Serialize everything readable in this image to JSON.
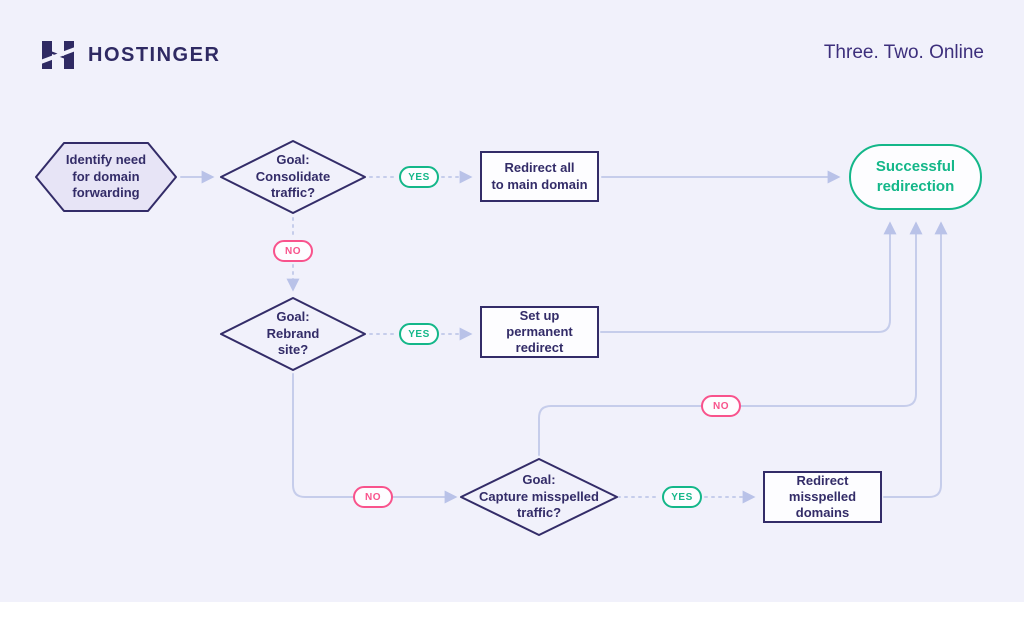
{
  "header": {
    "brand": "HOSTINGER",
    "tagline": "Three. Two. Online"
  },
  "flowchart": {
    "start": {
      "label": "Identify need\nfor domain\nforwarding"
    },
    "decision_consolidate": {
      "label": "Goal:\nConsolidate\ntraffic?"
    },
    "decision_rebrand": {
      "label": "Goal:\nRebrand\nsite?"
    },
    "decision_misspelled": {
      "label": "Goal:\nCapture misspelled\ntraffic?"
    },
    "action_redirect_main": {
      "label": "Redirect all\nto main domain"
    },
    "action_permanent_redirect": {
      "label": "Set up\npermanent\nredirect"
    },
    "action_redirect_misspelled": {
      "label": "Redirect\nmisspelled\ndomains"
    },
    "end": {
      "label": "Successful\nredirection"
    },
    "branch_labels": {
      "yes": "YES",
      "no": "NO"
    }
  },
  "colors": {
    "background": "#f1f1fb",
    "brand_purple": "#2f2a63",
    "node_border_purple": "#332c68",
    "hexagon_fill": "#e7e4f6",
    "success_green": "#14b789",
    "branch_no_pink": "#f8538c",
    "connector_line": "#c6cdeb"
  }
}
